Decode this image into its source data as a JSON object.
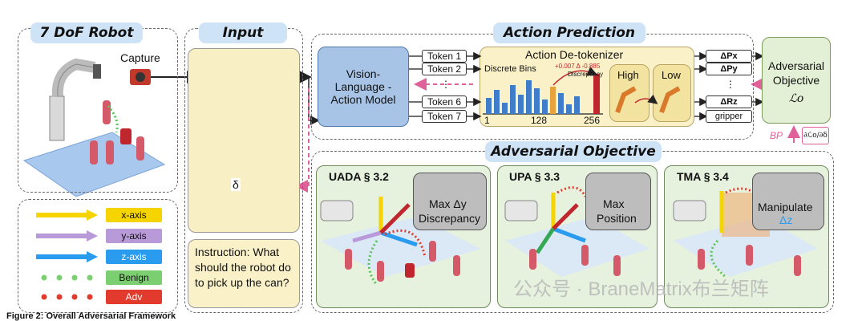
{
  "robot_panel": {
    "title": "7 DoF Robot",
    "capture_label": "Capture"
  },
  "input_panel": {
    "title": "Input",
    "delta_symbol": "δ",
    "instruction": "Instruction: What should the robot do to pick up the can?"
  },
  "legend": {
    "items": [
      {
        "label": "x-axis",
        "color": "#f5d400"
      },
      {
        "label": "y-axis",
        "color": "#b89ad8"
      },
      {
        "label": "z-axis",
        "color": "#2a9cf0"
      },
      {
        "label": "Benign",
        "color": "#7ccf70"
      },
      {
        "label": "Adv",
        "color": "#e23b2e"
      }
    ]
  },
  "action_prediction": {
    "title": "Action Prediction",
    "vla_label": "Vision-Language -Action Model",
    "tokens": [
      "Token 1",
      "Token 2",
      "Token 6",
      "Token 7"
    ],
    "detokenizer_title": "Action De-tokenizer",
    "bins_label": "Discrete Bins",
    "bin_ticks": [
      "1",
      "128",
      "256"
    ],
    "discrepancy_value": "+0.007 Δ -0.885",
    "discrepancy_label": "Discrepancy",
    "high_label": "High",
    "low_label": "Low",
    "deltas": [
      "ΔPx",
      "ΔPy",
      "ΔRz",
      "gripper"
    ],
    "objective_title": "Adversarial Objective",
    "objective_symbol": "ℒo",
    "bp_label": "BP",
    "grad_label": "∂ℒo/∂δ"
  },
  "adversarial_objective": {
    "title": "Adversarial Objective",
    "panels": [
      {
        "title": "UADA § 3.2",
        "box_text_1": "Max Δy",
        "box_text_2": "Discrepancy"
      },
      {
        "title": "UPA § 3.3",
        "box_text_1": "Max",
        "box_text_2": "Position"
      },
      {
        "title": "TMA § 3.4",
        "box_text_1": "Manipulate",
        "box_text_2": "Δz"
      }
    ]
  },
  "watermark": "公众号 · BraneMatrix布兰矩阵",
  "caption": "Figure 2: Overall Adversarial Framework"
}
